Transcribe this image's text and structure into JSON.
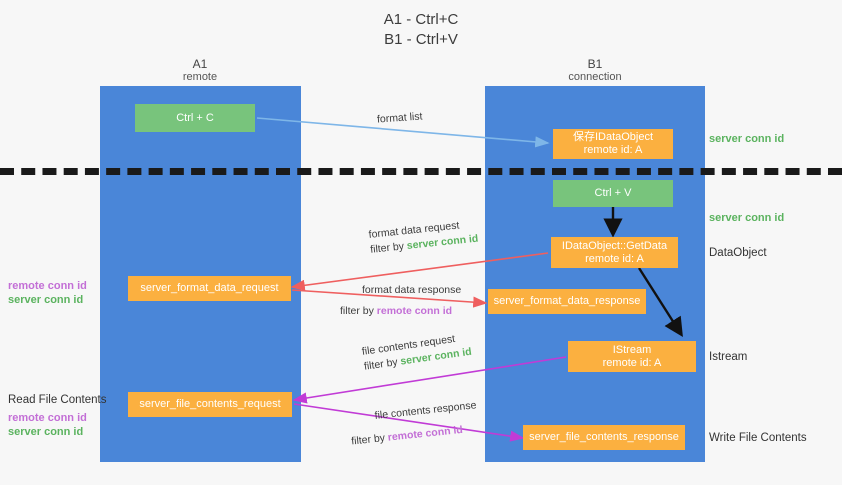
{
  "title": {
    "line1": "A1 - Ctrl+C",
    "line2": "B1 - Ctrl+V"
  },
  "columns": [
    {
      "name": "A1",
      "subtitle": "remote"
    },
    {
      "name": "B1",
      "subtitle": "connection"
    }
  ],
  "colors": {
    "lane": "#4a86d8",
    "green_box": "#78c47c",
    "orange_box": "#fbb040",
    "server_conn_id": "#5bb35f",
    "remote_conn_id": "#c36fd6",
    "arrow_format_list": "#7eb6e8",
    "arrow_format_data": "#ef5f5f",
    "arrow_file_contents": "#c13bd6",
    "arrow_black": "#111111",
    "background": "#f7f7f7"
  },
  "boxes": {
    "ctrl_c": {
      "line1": "Ctrl + C",
      "line2": ""
    },
    "save_idataobject": {
      "line1": "保存IDataObject",
      "line2": "remote id: A"
    },
    "ctrl_v": {
      "line1": "Ctrl + V",
      "line2": ""
    },
    "getdata": {
      "line1": "IDataObject::GetData",
      "line2": "remote id: A"
    },
    "server_format_data_request": {
      "line1": "server_format_data_request",
      "line2": ""
    },
    "server_format_data_response": {
      "line1": "server_format_data_response",
      "line2": ""
    },
    "istream": {
      "line1": "IStream",
      "line2": "remote id: A"
    },
    "server_file_contents_request": {
      "line1": "server_file_contents_request",
      "line2": ""
    },
    "server_file_contents_response": {
      "line1": "server_file_contents_response",
      "line2": ""
    }
  },
  "right_labels": {
    "server_conn_id_top": "server conn id",
    "server_conn_id_mid": "server conn id",
    "dataobject": "DataObject",
    "istream": "Istream",
    "write_file_contents": "Write File Contents"
  },
  "left_labels": {
    "format_remote": "remote conn id",
    "format_server": "server conn id",
    "read_file_contents": "Read File Contents",
    "file_remote": "remote conn id",
    "file_server": "server conn id"
  },
  "edges": {
    "format_list": {
      "text": "format list"
    },
    "format_data_request": {
      "line1": "format data request",
      "filter_prefix": "filter by ",
      "filter_value": "server conn id"
    },
    "format_data_response": {
      "line1": "format data response",
      "filter_prefix": "filter by ",
      "filter_value": "remote conn id"
    },
    "file_contents_request": {
      "line1": "file contents request",
      "filter_prefix": "filter by ",
      "filter_value": "server conn id"
    },
    "file_contents_response": {
      "line1": "file contents response",
      "filter_prefix": "filter by ",
      "filter_value": "remote conn id"
    }
  }
}
